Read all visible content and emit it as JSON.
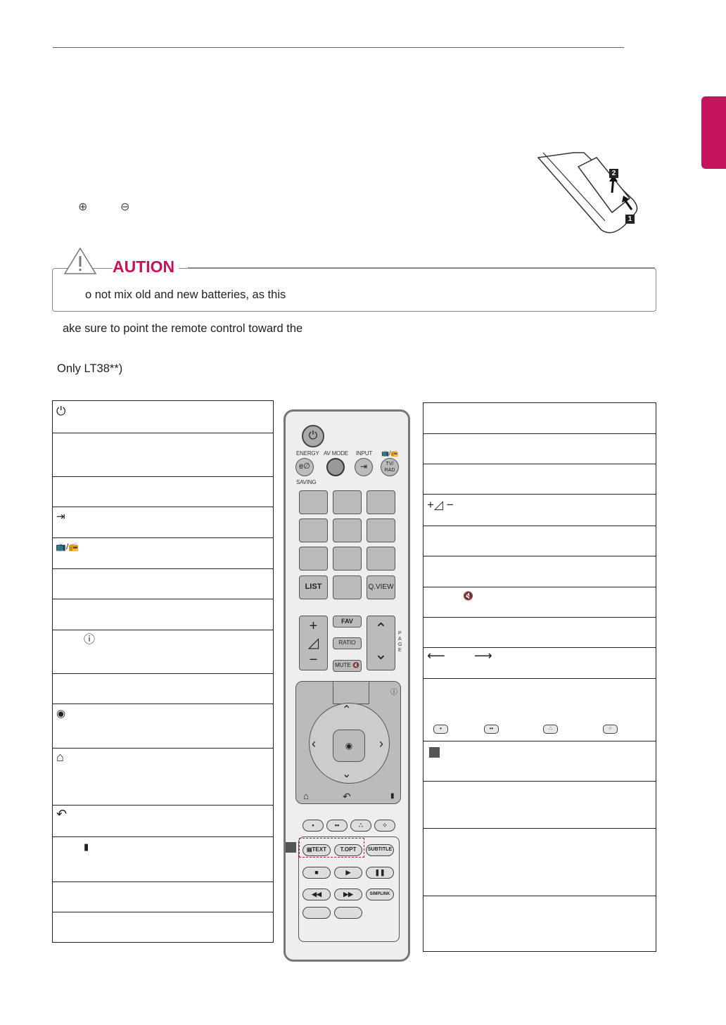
{
  "header": {
    "language_tab_color": "#c4145c"
  },
  "battery": {
    "plus_symbol": "⊕",
    "minus_symbol": "⊖",
    "step1": "1",
    "step2": "2"
  },
  "caution": {
    "label": "AUTION",
    "text": "o not mix old and new batteries, as this"
  },
  "notes": {
    "point_remote": "ake sure to point the remote control toward the",
    "model_note": "Only LT38**)"
  },
  "left_table": {
    "power_icon": "⏻",
    "input_icon": "⇥",
    "tvrad_icon": "📺/📻",
    "info_icon": "ⓘ",
    "record_icon": "◉",
    "home_icon": "⌂",
    "back_icon": "↶",
    "guide_icon": "▮"
  },
  "right_table": {
    "volume_icon": "+◿ −",
    "mute_icon": "🔇",
    "arrow_left": "⟵",
    "arrow_right": "⟶",
    "color_dots": [
      "•",
      "••",
      "∴",
      "⁘"
    ]
  },
  "remote": {
    "energy": "ENERGY",
    "saving": "SAVING",
    "av_mode": "AV MODE",
    "input": "INPUT",
    "tv_rad": "TV/\nRAD",
    "list": "LIST",
    "q_view": "Q.VIEW",
    "fav": "FAV",
    "ratio": "RATIO",
    "mute": "MUTE",
    "page": "P\nA\nG\nE",
    "text": "TEXT",
    "t_opt": "T.OPT",
    "subtitle": "SUBTITLE",
    "simplink": "SIMPLINK",
    "color_keys": [
      "•",
      "••",
      "∴",
      "⁘"
    ]
  }
}
